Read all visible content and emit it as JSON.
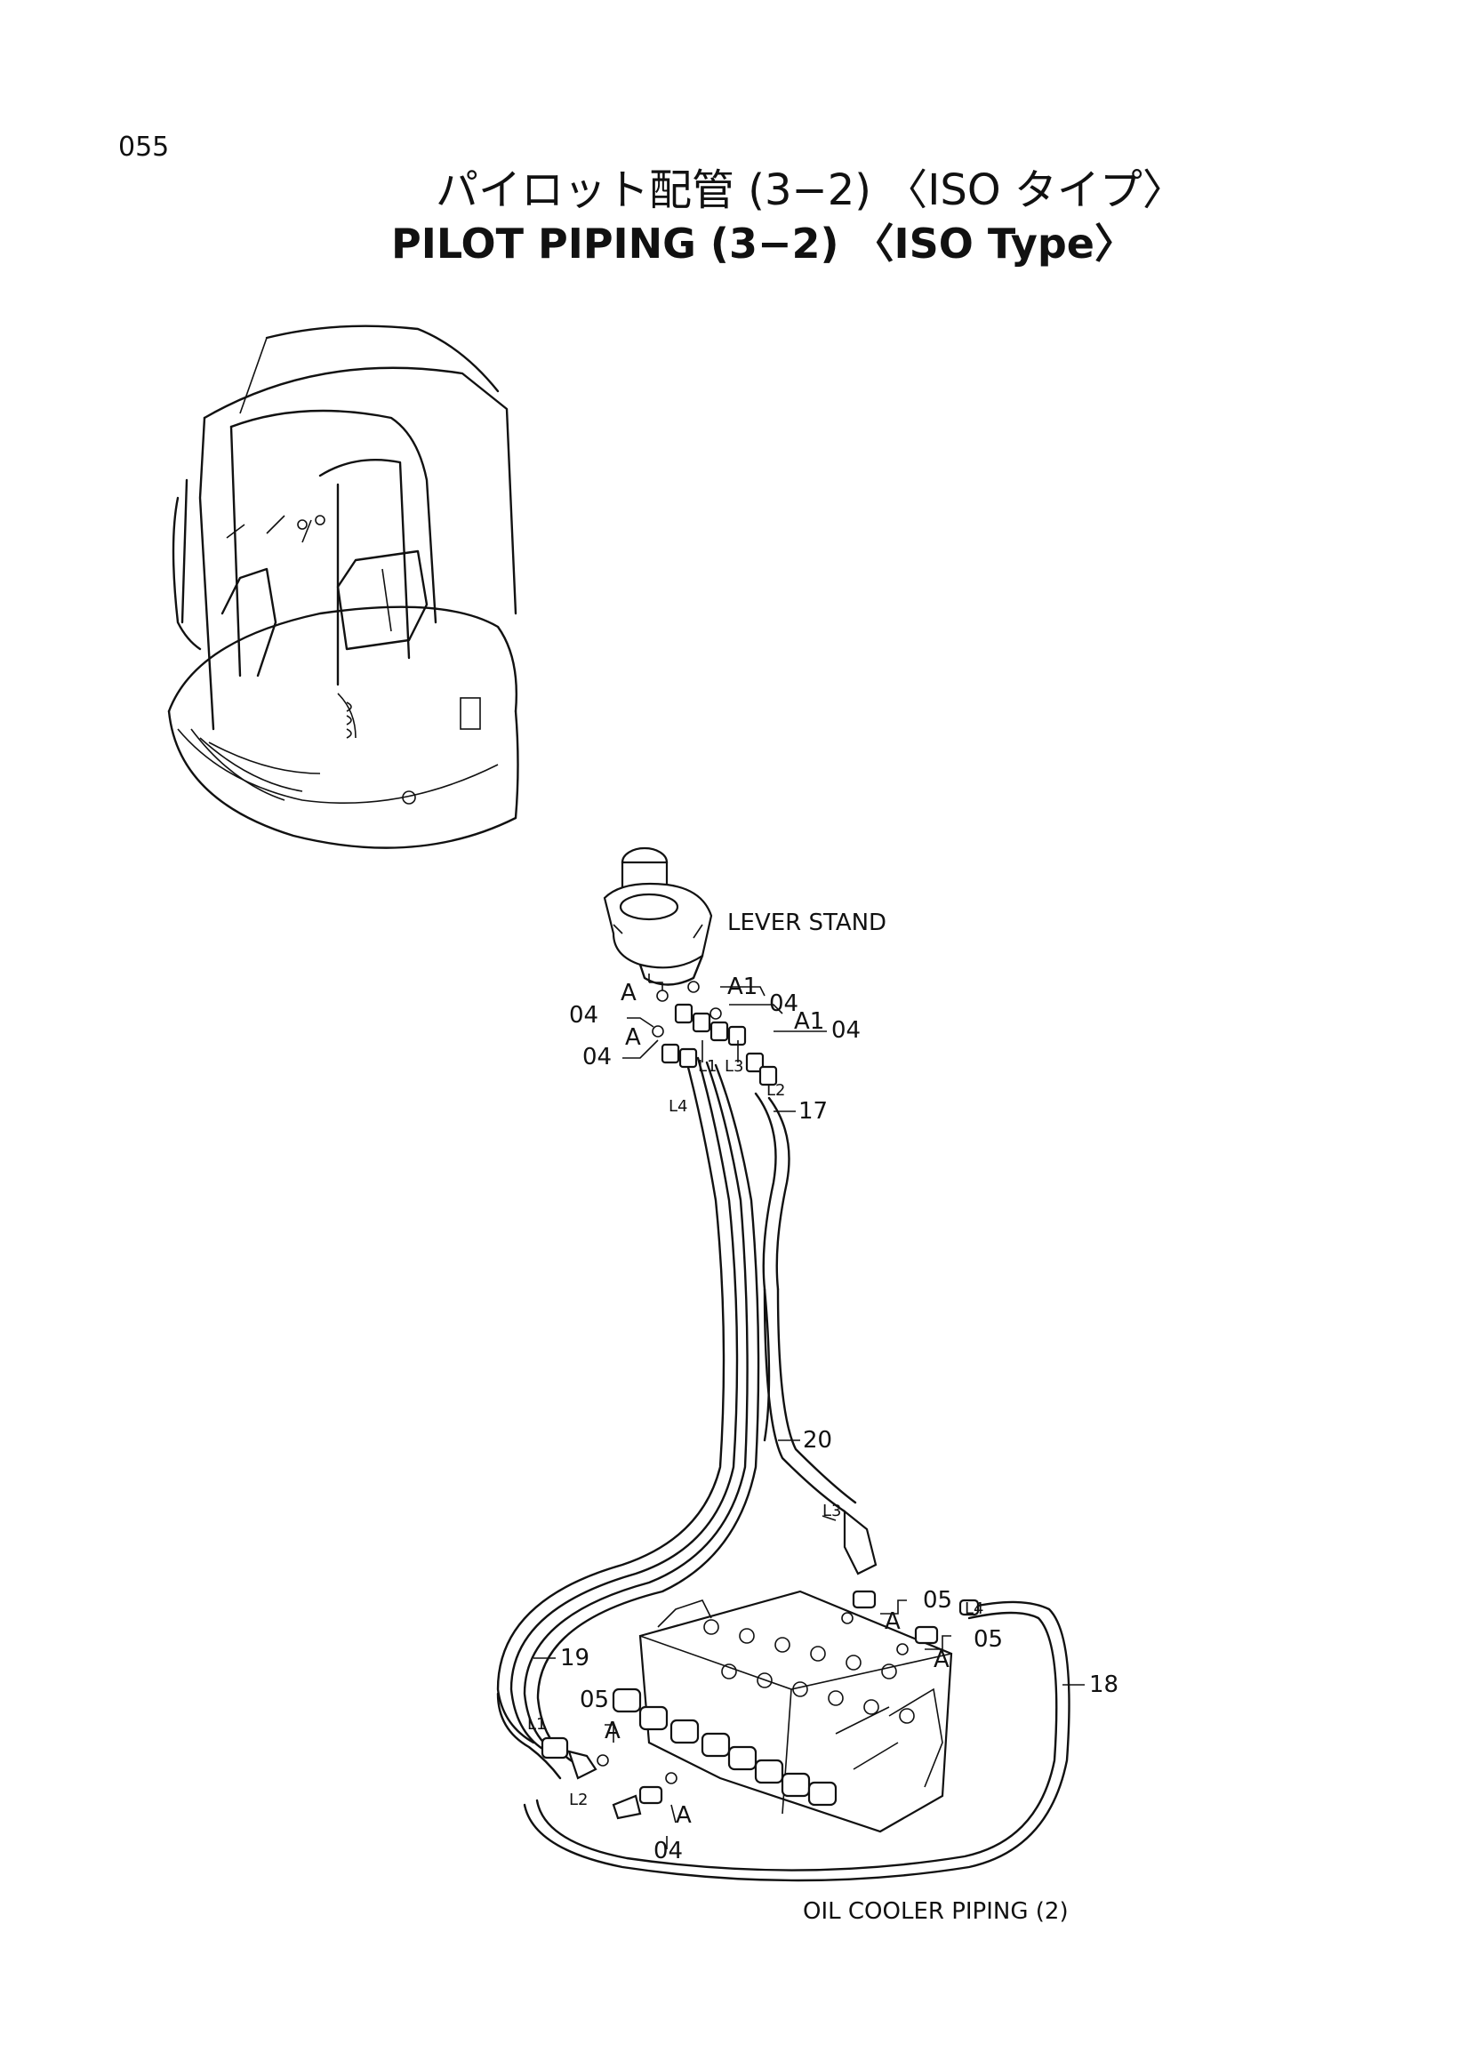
{
  "page_number": "055",
  "title_jp": "パイロット配管 (3−2) 〈ISO タイプ〉",
  "title_en": "PILOT PIPING (3−2) 〈ISO Type〉",
  "labels": {
    "lever_stand": "LEVER STAND",
    "oil_cooler": "OIL COOLER PIPING (2)"
  },
  "callouts": {
    "c04": "04",
    "c05": "05",
    "c17": "17",
    "c18": "18",
    "c19": "19",
    "c20": "20"
  },
  "connections": {
    "a": "A",
    "a1": "A1",
    "l1": "L1",
    "l2": "L2",
    "l3": "L3",
    "l4": "L4"
  }
}
